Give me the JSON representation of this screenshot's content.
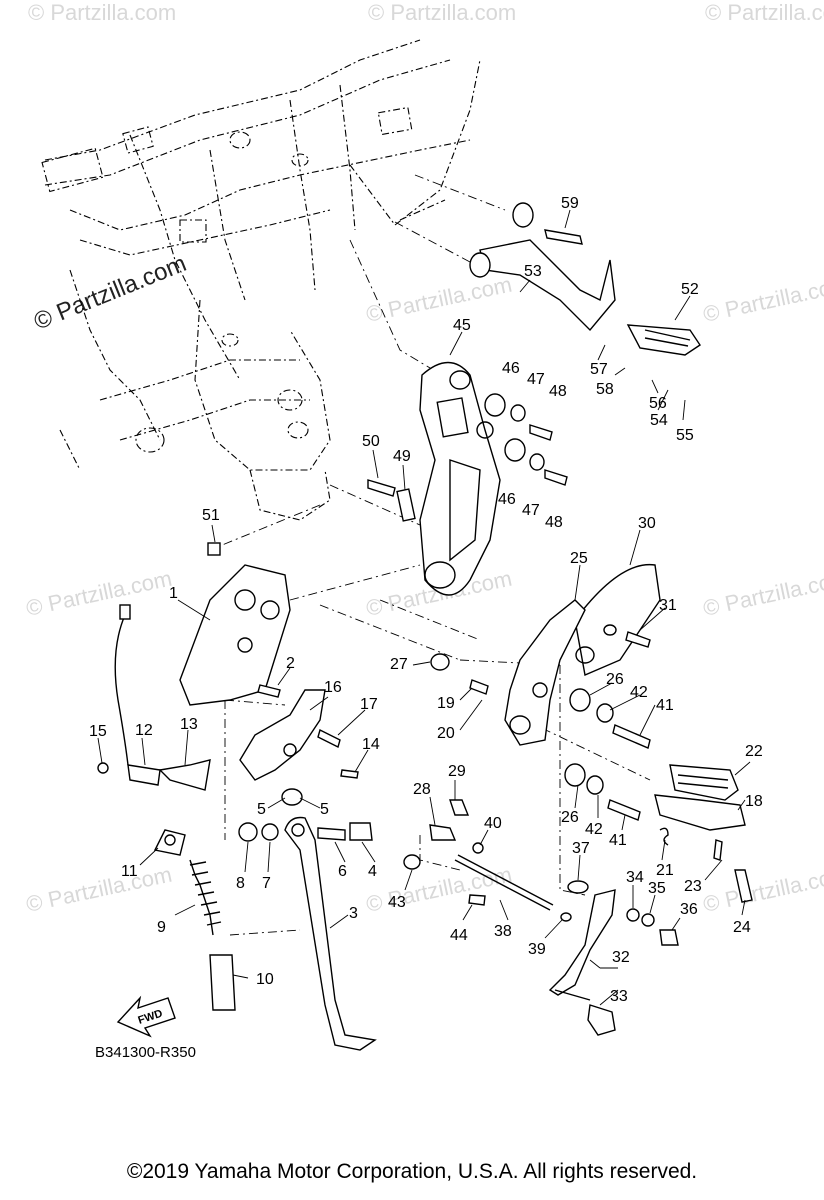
{
  "watermark": "© Partzilla.com",
  "watermark_main": "© Partzilla.com",
  "fwd_label": "FWD",
  "diagram_code": "B341300-R350",
  "copyright": "©2019  Yamaha Motor Corporation, U.S.A. All rights reserved.",
  "part_numbers": [
    "59",
    "53",
    "52",
    "45",
    "46",
    "47",
    "48",
    "57",
    "58",
    "56",
    "54",
    "55",
    "50",
    "49",
    "46",
    "47",
    "48",
    "51",
    "30",
    "25",
    "31",
    "1",
    "2",
    "27",
    "26",
    "42",
    "41",
    "19",
    "20",
    "16",
    "17",
    "15",
    "12",
    "13",
    "14",
    "22",
    "5",
    "5",
    "29",
    "28",
    "40",
    "18",
    "26",
    "42",
    "41",
    "21",
    "11",
    "8",
    "7",
    "6",
    "4",
    "37",
    "34",
    "35",
    "23",
    "24",
    "9",
    "3",
    "43",
    "44",
    "38",
    "39",
    "36",
    "32",
    "33",
    "10"
  ]
}
